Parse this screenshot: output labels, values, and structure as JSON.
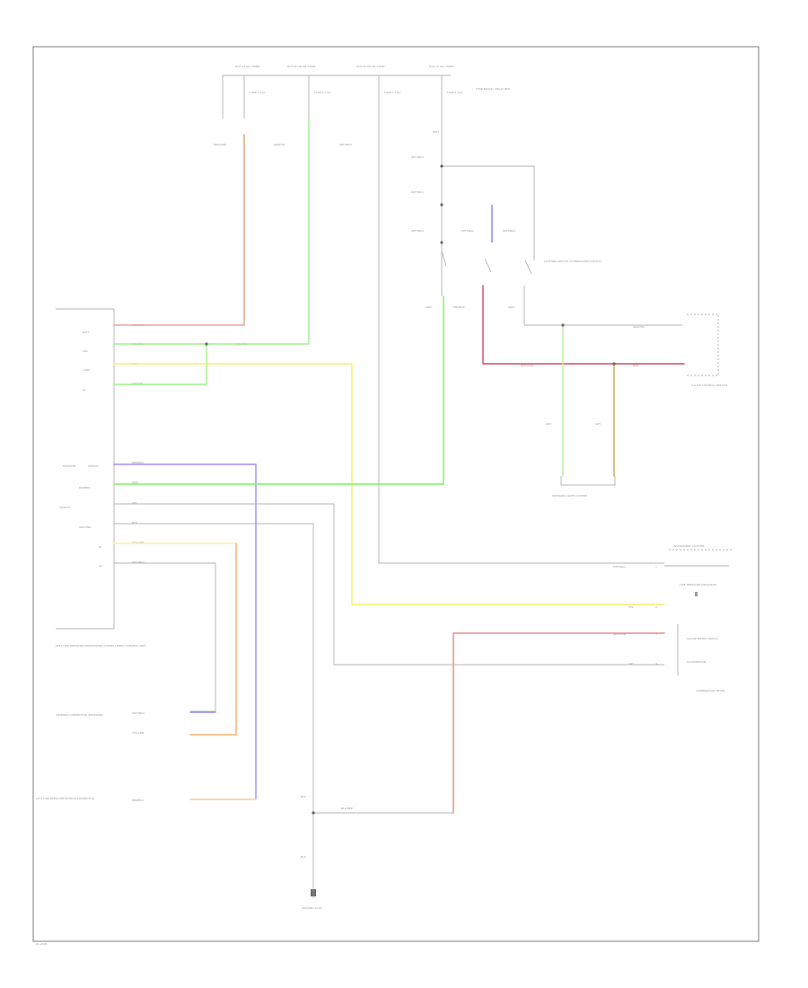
{
  "title": "",
  "labels": {
    "fuse_1": "HOT AT ALL TIMES",
    "fuse_2": "HOT IN ON OR START",
    "fuse_3": "HOT IN ON OR START",
    "fuse_4": "HOT AT ALL TIMES",
    "fuse_block_name": "FUSE BLOCK / RELAY BOX",
    "fuse_1_val": "FUSE 1 10A",
    "fuse_2_val": "FUSE 2 7.5A",
    "fuse_3_val": "FUSE 3 7.5A",
    "fuse_4_val": "FUSE 4 10A",
    "w_top_1": "RED/GRN",
    "w_top_2": "GRN/YEL",
    "w_top_3": "WHT/BLU",
    "w_top_4": "WHT",
    "sw_w1": "WHT/BLU",
    "sw_w2": "WHT/BLU",
    "sw_w3": "WHT/BLU",
    "sw_w4": "WHT/BLU",
    "sw_w5": "WHT/BLU",
    "sw_name": "LIGHTING SWITCH (COMBINATION SWITCH)",
    "sw_out_1": "GRN",
    "sw_out_2": "PNK/BLK",
    "sw_out_3": "GRN",
    "pin_batt": "BATT",
    "pin_ign": "IGN",
    "pin_lamp": "LAMP",
    "pin_ill": "ILL",
    "pin_pos1": "POSITION",
    "pin_pos2": "SWITCH",
    "pin_dimmer": "DIMMER",
    "pin_dim2": "SWITCH",
    "pin_ground": "GROUND",
    "pin_p1": "P1",
    "pin_p2": "P2",
    "w_batt": "RED/GRN",
    "w_ign": "GRN/YEL",
    "w_ign_b": "GRN/YEL",
    "w_lamp": "YEL",
    "w_ill": "GRN/YEL",
    "w_p1": "BRN/BLU",
    "w_p2": "GRN",
    "w_p3": "GRY",
    "w_p4": "BLK",
    "w_p5": "YEL/GRN",
    "w_p6": "WHT/BLU",
    "unit_name": "LEFT TIRE PRESSURE MONITORING SYSTEM (TPMS) CONTROL UNIT",
    "conn_a_name": "ANTENNA CONNECTOR (RECEIVER)",
    "conn_a_1": "WHT/BLU",
    "conn_a_2": "YEL/GRN",
    "conn_b_name": "LEFT TIRE PRESSURE SENSOR CONNECTOR",
    "conn_b_1": "BRN/BLU",
    "r_w1": "GRN/YEL",
    "r_w2": "RED/GRN",
    "r_w3": "GRY",
    "r_w4": "GRY",
    "r_w5": "BRN",
    "r_name": "GAUGE CONTROL MODULE",
    "lower_name": "INTERIOR LIGHTS SYSTEM",
    "ic_name": "INSTRUMENT CLUSTER",
    "ic_w1": "WHT/BLU",
    "tpms_ind": "TIRE PRESSURE INDICATOR",
    "ic_w2": "YEL",
    "ic_w3": "RED/GRN",
    "ic_w4": "GRY",
    "ic_pin1": "1",
    "ic_pin2": "2",
    "ic_pin3": "3",
    "ic_pin4": "4",
    "ic_lbl1": "GAUGE METER CIRCUIT",
    "ic_lbl2": "ILLUMINATION",
    "ic_note": "COMBINATION METER",
    "g_w": "BLK/RED",
    "g_label_1": "BLK",
    "g_label_2": "BLK",
    "ground_name": "GROUND G102",
    "footer": "01-2005"
  }
}
